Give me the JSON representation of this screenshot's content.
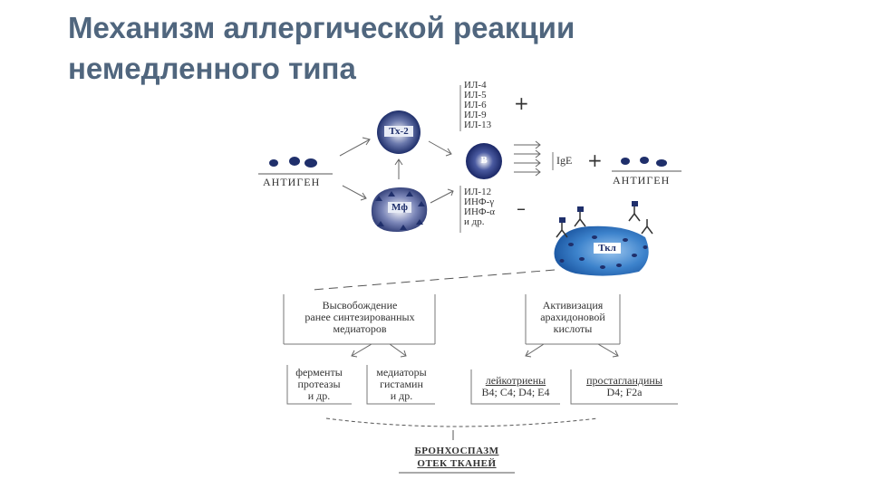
{
  "title": {
    "line1": "Механизм аллергической реакции",
    "line2": "немедленного типа"
  },
  "antigen_left": "АНТИГЕН",
  "antigen_right": "АНТИГЕН",
  "cells": {
    "th2": "Тх-2",
    "b": "В",
    "mf": "Мф",
    "mast": "Ткл"
  },
  "il_top": [
    "ИЛ-4",
    "ИЛ-5",
    "ИЛ-6",
    "ИЛ-9",
    "ИЛ-13"
  ],
  "il_bottom": [
    "ИЛ-12",
    "ИНФ-γ",
    "ИНФ-α",
    "и др."
  ],
  "sign_plus_1": "+",
  "sign_plus_2": "+",
  "sign_minus": "–",
  "ige": "IgE",
  "release": [
    "Высвобождение",
    "ранее синтезированных",
    "медиаторов"
  ],
  "activation": [
    "Активизация",
    "арахидоновой",
    "кислоты"
  ],
  "enzymes": [
    "ферменты",
    "протеазы",
    "и др."
  ],
  "mediators": [
    "медиаторы",
    "гистамин",
    "и др."
  ],
  "leukotrienes": [
    "лейкотриены",
    "В4; С4; D4; Е4"
  ],
  "prostaglandins": [
    "простагландины",
    "D4; F2a"
  ],
  "outcome": [
    "БРОНХОСПАЗМ",
    "ОТЕК ТКАНЕЙ"
  ],
  "colors": {
    "title": "#50667e",
    "cell_dark": "#1f2f6b",
    "mast": "#2d6fb8",
    "line": "#555555"
  }
}
